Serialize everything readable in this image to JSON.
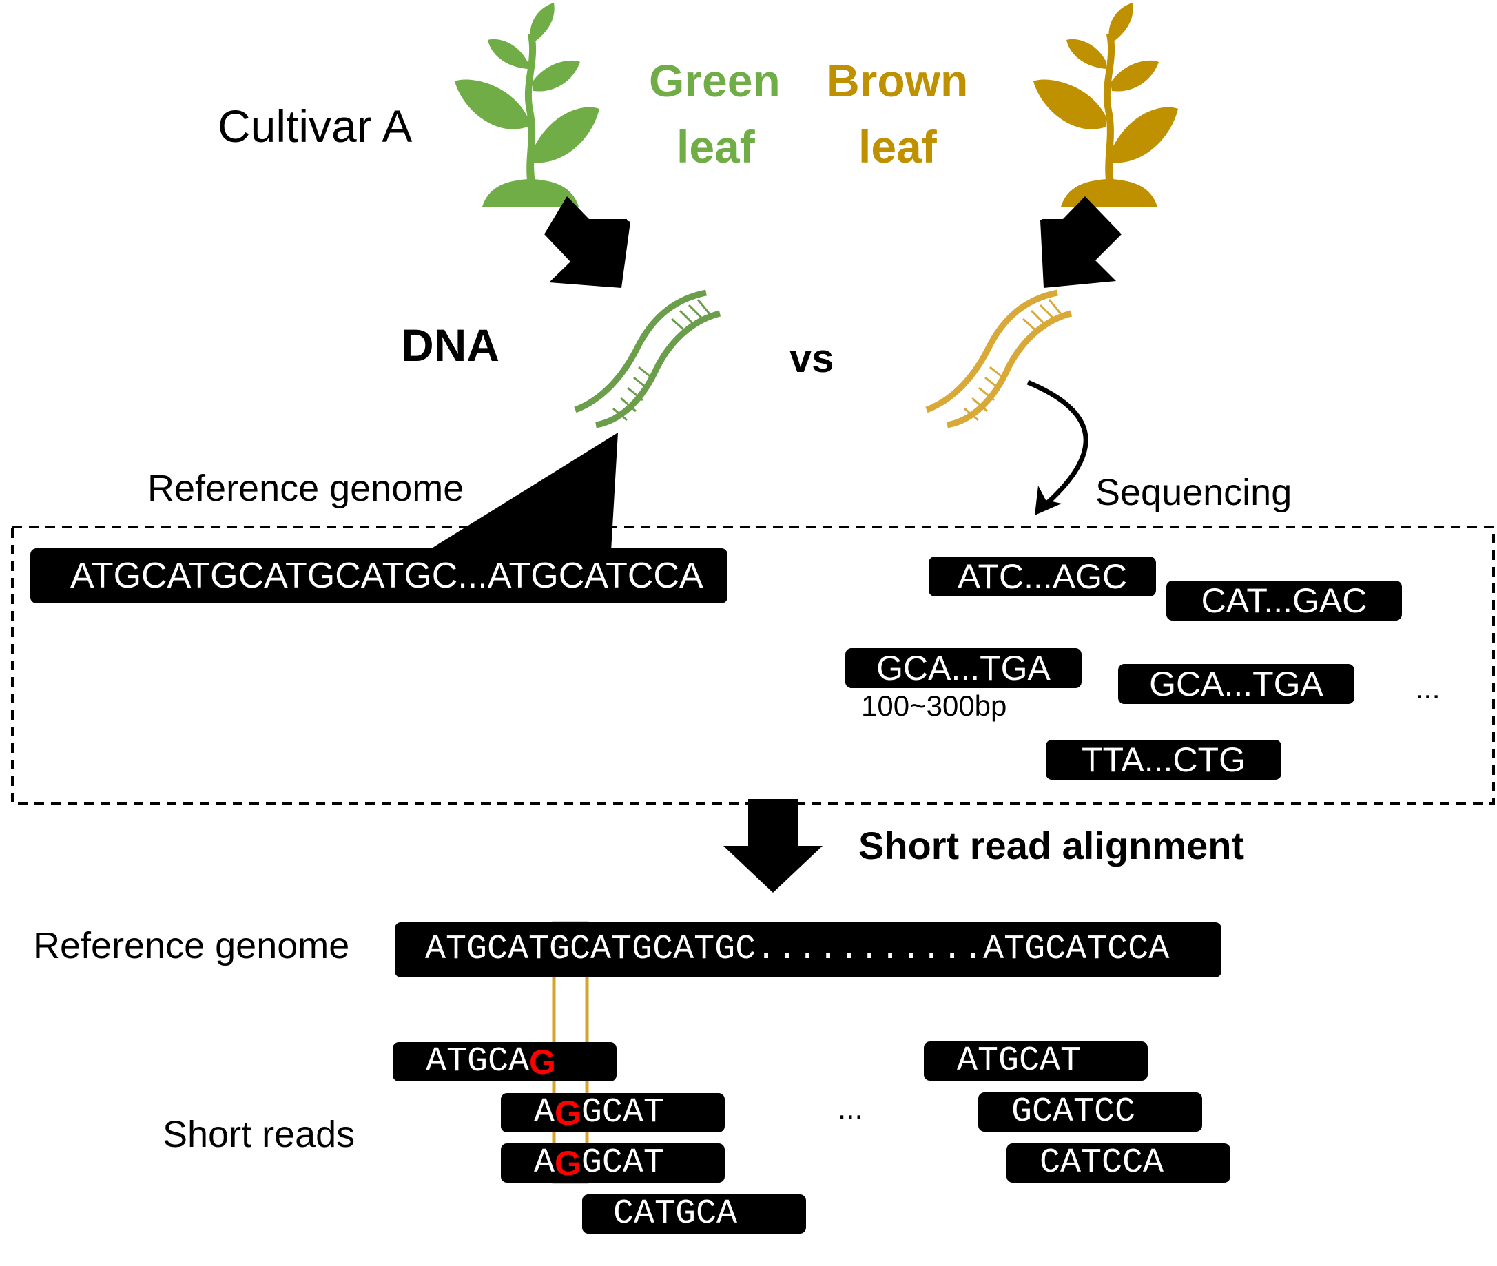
{
  "labels": {
    "cultivar": "Cultivar A",
    "green_leaf_1": "Green",
    "green_leaf_2": "leaf",
    "brown_leaf_1": "Brown",
    "brown_leaf_2": "leaf",
    "dna": "DNA",
    "vs": "vs",
    "reference_genome_top": "Reference genome",
    "sequencing": "Sequencing",
    "read_length": "100~300bp",
    "ellipsis_top": "...",
    "short_read_alignment": "Short read alignment",
    "reference_genome_bottom": "Reference genome",
    "short_reads": "Short reads",
    "ellipsis_bottom": "..."
  },
  "reference_sequence_top": "ATGCATGCATGCATGC...ATGCATCCA",
  "sequencing_reads": [
    "ATC...AGC",
    "CAT...GAC",
    "GCA...TGA",
    "GCA...TGA",
    "TTA...CTG"
  ],
  "reference_sequence_bottom": {
    "before": "ATGCA",
    "highlight": "T",
    "after": "GCATGCATGC...........ATGCATCCA"
  },
  "short_reads_left": [
    {
      "before": "ATGCA",
      "variant": "G",
      "after": ""
    },
    {
      "before": "A",
      "variant": "G",
      "after": "GCAT"
    },
    {
      "before": "A",
      "variant": "G",
      "after": "GCAT"
    },
    {
      "before": "CATGCA",
      "variant": "",
      "after": ""
    }
  ],
  "short_reads_right": [
    "ATGCAT",
    "GCATCC",
    "CATCCA"
  ],
  "colors": {
    "green": "#70ad47",
    "brown": "#bf9000",
    "dna_green": "#6a9e4b",
    "dna_brown": "#d9a937",
    "variant_red": "#ff0000",
    "highlight_box": "#d4a32a",
    "black": "#000000"
  },
  "icons": [
    "plant-icon",
    "dna-helix-icon",
    "arrow-down-icon",
    "curved-arrow-icon"
  ]
}
